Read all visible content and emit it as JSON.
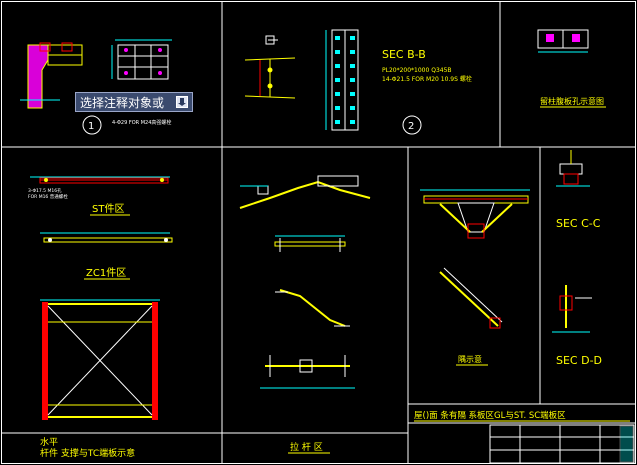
{
  "colors": {
    "background": "#000000",
    "frame": "#ffffff",
    "steel": "#ffff00",
    "dimension": "#00ffff",
    "accent": "#ff0000",
    "highlight": "#ff00ff",
    "grid_fill": "#3344aa"
  },
  "tooltip": {
    "text": "选择注释对象或",
    "icon": "download-icon"
  },
  "panels": {
    "circle_1": "1",
    "circle_2": "2",
    "sec_bb_title": "SEC B-B",
    "sec_bb_line1": "PL20*200*1000  Q345B",
    "sec_bb_line2": "14-Φ21.5 FOR M20 10.9S 螺栓",
    "top_left_note": "4-Φ29 FOR M24高强螺栓",
    "top_right_title": "留柱腹板孔示意图",
    "st_title": "ST件区",
    "st_note1": "3-Φ17.5 M16孔",
    "st_note2": "FOR M16 普通螺栓",
    "zc_title": "ZC1件区",
    "hs_title_line1": "水平",
    "hs_title_line2": "杆件  支撑与TC端板示意",
    "mid_title": "拉 杆 区",
    "brace_title": "隅示意",
    "sec_cc": "SEC C-C",
    "sec_dd": "SEC D-D",
    "bottom_title": "屋()面   条有隔   系板区GL与ST. SC端板区"
  }
}
